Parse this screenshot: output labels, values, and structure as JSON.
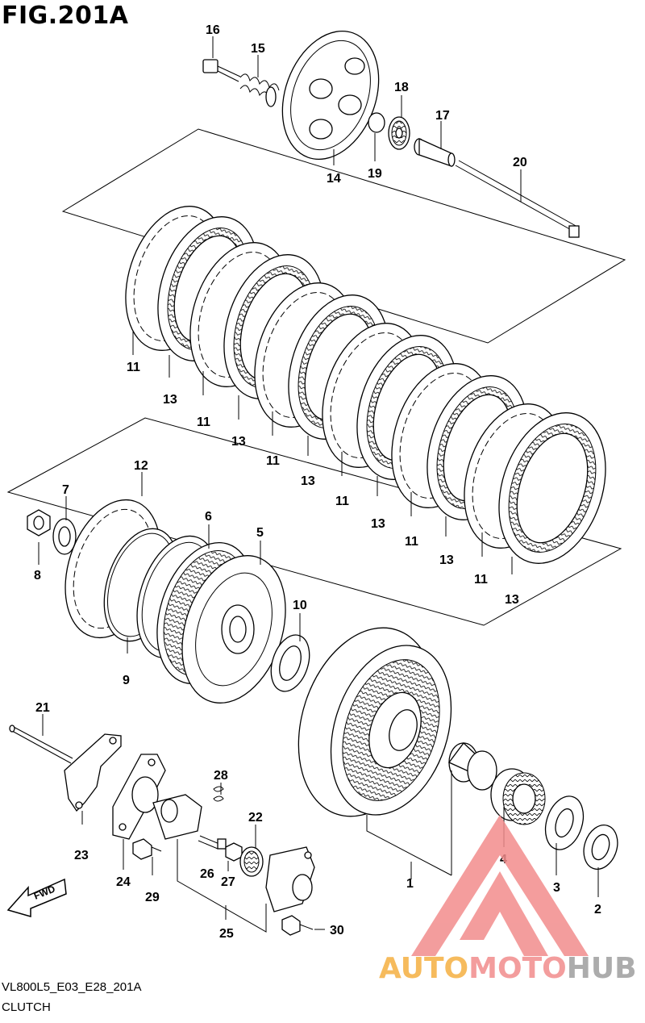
{
  "figure": {
    "title": "FIG.201A",
    "model_code": "VL800L5_E03_E28_201A",
    "section_name": "CLUTCH"
  },
  "callouts": [
    "1",
    "2",
    "3",
    "4",
    "5",
    "6",
    "7",
    "8",
    "9",
    "10",
    "11",
    "12",
    "13",
    "14",
    "15",
    "16",
    "17",
    "18",
    "19",
    "20",
    "21",
    "22",
    "23",
    "24",
    "25",
    "26",
    "27",
    "28",
    "29",
    "30"
  ],
  "direction_badge": "FWD",
  "watermark": {
    "part1": "AUTO",
    "part2": "MOTO",
    "part3": "HUB",
    "color_primary": "#f28c8c",
    "color_secondary": "#f5b041",
    "color_tertiary": "#9e9e9e"
  }
}
